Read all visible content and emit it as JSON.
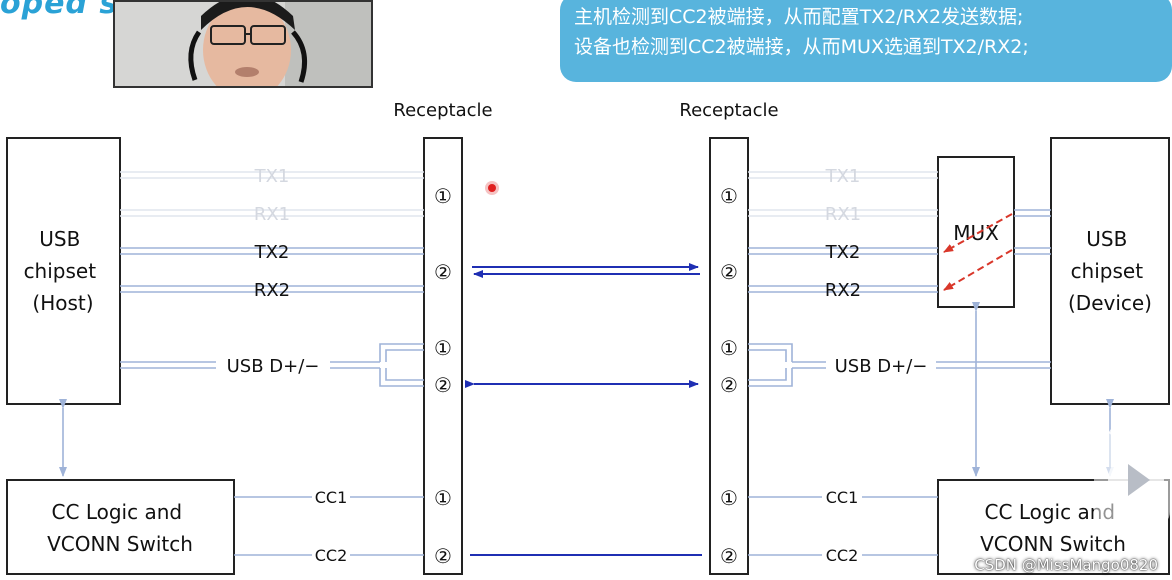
{
  "slide_title_fragment": "oped st",
  "callout": {
    "line1": "主机检测到CC2被端接，从而配置TX2/RX2发送数据;",
    "line2": "设备也检测到CC2被端接，从而MUX选通到TX2/RX2;"
  },
  "diagram": {
    "receptacle_left_label": "Receptacle",
    "receptacle_right_label": "Receptacle",
    "host_label": [
      "USB",
      "chipset",
      "(Host)"
    ],
    "device_label": [
      "USB",
      "chipset",
      "(Device)"
    ],
    "cc_logic_left": [
      "CC Logic and",
      "VCONN Switch"
    ],
    "cc_logic_right": [
      "CC Logic and",
      "VCONN Switch"
    ],
    "mux_label": "MUX",
    "signals": {
      "tx1": "TX1",
      "rx1": "RX1",
      "tx2": "TX2",
      "rx2": "RX2",
      "usb_d": "USB D+/−",
      "cc1": "CC1",
      "cc2": "CC2"
    },
    "pin_one": "①",
    "pin_two": "②"
  },
  "watermark": "CSDN @MissMango0820",
  "colors": {
    "line_blue": "#9fb3d8",
    "arrow_blue": "#1f2fb3",
    "mux_arrow_red": "#d9372a",
    "callout_bg": "#58b4dd",
    "title_blue": "#2aa2d6"
  },
  "icons": {
    "webcam": "presenter-webcam",
    "play": "play-button-icon"
  }
}
